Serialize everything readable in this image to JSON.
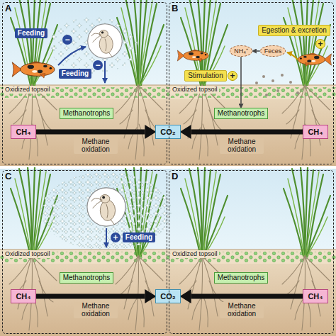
{
  "diagram": {
    "nodes": [
      {
        "text": [
          "A"
        ]
      },
      {
        "text": [
          "−"
        ],
        "in": 0
      },
      {
        "text": [
          "Feeding"
        ],
        "in": 0
      },
      {
        "text": [
          "−"
        ],
        "in": 0
      },
      {
        "text": [
          "Feeding"
        ],
        "in": 0
      },
      {
        "text": [
          "Methanotrophs"
        ],
        "in": 0
      },
      {
        "text": [
          "CH₄"
        ],
        "in": 0
      },
      {
        "text": [
          "CO₂"
        ]
      },
      {
        "text": [
          "B"
        ]
      },
      {
        "text": [
          "NH₄⁺"
        ],
        "in": 8
      },
      {
        "text": [
          "Feces"
        ],
        "in": 8
      },
      {
        "text": [
          "Egestion & excretion"
        ],
        "in": 8
      },
      {
        "text": [
          "+"
        ],
        "in": 8
      },
      {
        "text": [
          "Stimulation"
        ],
        "in": 8
      },
      {
        "text": [
          "+"
        ],
        "in": 8
      },
      {
        "text": [
          "Methanotrophs"
        ],
        "in": 8
      },
      {
        "text": [
          "CH₄"
        ],
        "in": 8
      },
      {
        "text": [
          "C"
        ]
      },
      {
        "text": [
          "+"
        ],
        "in": 17
      },
      {
        "text": [
          "Feeding"
        ],
        "in": 17
      },
      {
        "text": [
          "Methanotrophs"
        ],
        "in": 17
      },
      {
        "text": [
          "CH₄"
        ],
        "in": 17
      },
      {
        "text": [
          "CO₂"
        ]
      },
      {
        "text": [
          "D"
        ]
      },
      {
        "text": [
          "Methanotrophs"
        ],
        "in": 23
      },
      {
        "text": [
          "CH₄"
        ],
        "in": 23
      }
    ],
    "edges": [
      {
        "from": 6,
        "to": 7,
        "label": "Methane oxidation",
        "arrow": "to"
      },
      {
        "from": 16,
        "to": 7,
        "label": "Methane oxidation",
        "arrow": "to"
      },
      {
        "from": 10,
        "to": 9,
        "arrow": "to"
      },
      {
        "from": 9,
        "to": 15,
        "arrow": "to"
      },
      {
        "from": 21,
        "to": 22,
        "label": "Methane oxidation",
        "arrow": "to"
      },
      {
        "from": 25,
        "to": 22,
        "label": "Methane oxidation",
        "arrow": "to"
      }
    ],
    "labels": [
      "Oxidized topsoil",
      "Oxidized topsoil",
      "Oxidized topsoil",
      "Oxidized topsoil"
    ]
  }
}
